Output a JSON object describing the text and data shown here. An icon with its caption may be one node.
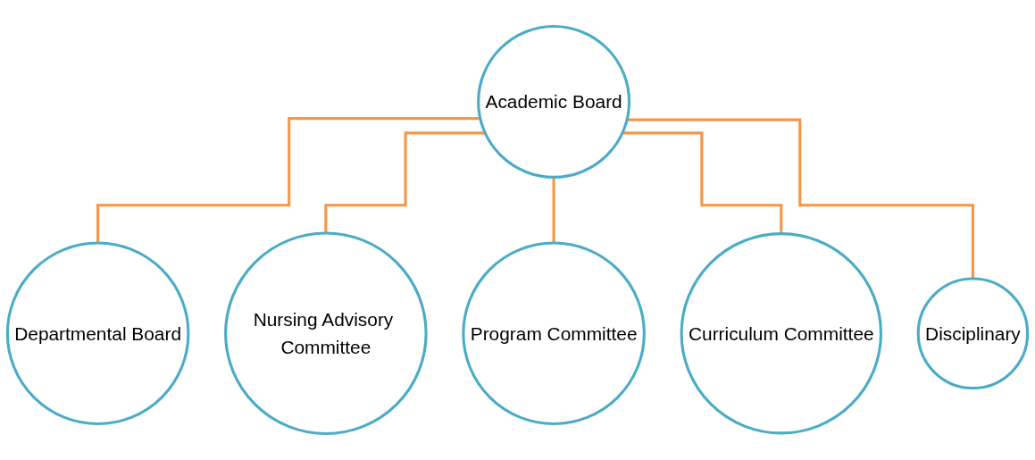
{
  "diagram": {
    "nodes": [
      {
        "text": [
          "Academic Board"
        ]
      },
      {
        "text": [
          "Departmental Board"
        ]
      },
      {
        "text": [
          "Nursing Advisory Committee"
        ]
      },
      {
        "text": [
          "Program Committee"
        ]
      },
      {
        "text": [
          "Curriculum Committee"
        ]
      },
      {
        "text": [
          "Disciplinary"
        ]
      }
    ],
    "edges": [
      {
        "from": 0,
        "to": 1,
        "arrow": "none"
      },
      {
        "from": 0,
        "to": 2,
        "arrow": "none"
      },
      {
        "from": 0,
        "to": 3,
        "arrow": "none"
      },
      {
        "from": 0,
        "to": 4,
        "arrow": "none"
      },
      {
        "from": 0,
        "to": 5,
        "arrow": "none"
      }
    ]
  }
}
